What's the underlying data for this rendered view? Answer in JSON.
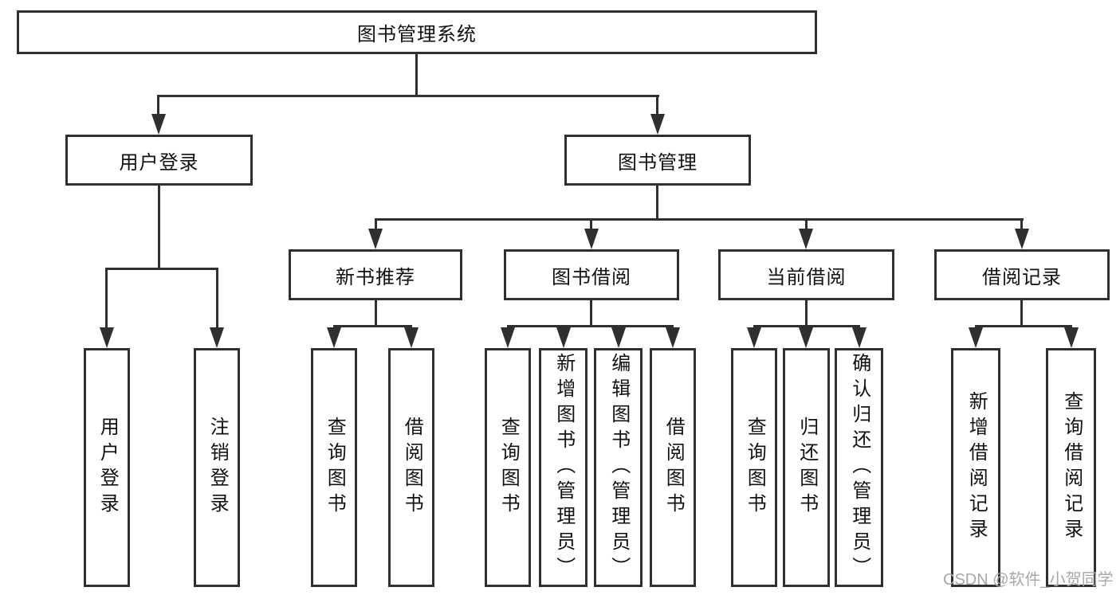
{
  "diagram": {
    "root": "图书管理系统",
    "level2": {
      "user_login": "用户登录",
      "book_mgmt": "图书管理"
    },
    "level3": {
      "new_books": "新书推荐",
      "borrowing": "图书借阅",
      "current": "当前借阅",
      "records": "借阅记录"
    },
    "leaves": {
      "user_login": "用户登录",
      "logout": "注销登录",
      "nb_query": "查询图书",
      "nb_borrow": "借阅图书",
      "br_query": "查询图书",
      "br_add": "新增图书（管理员）",
      "br_edit": "编辑图书（管理员）",
      "br_borrow": "借阅图书",
      "cu_query": "查询图书",
      "cu_return": "归还图书",
      "cu_confirm": "确认归还（管理员）",
      "rc_add": "新增借阅记录",
      "rc_query": "查询借阅记录"
    }
  },
  "watermark": "CSDN @软件_小贺同学",
  "colors": {
    "line": "#2f2f2f",
    "text": "#111111",
    "watermark": "#a8a8a8",
    "background": "#ffffff"
  }
}
